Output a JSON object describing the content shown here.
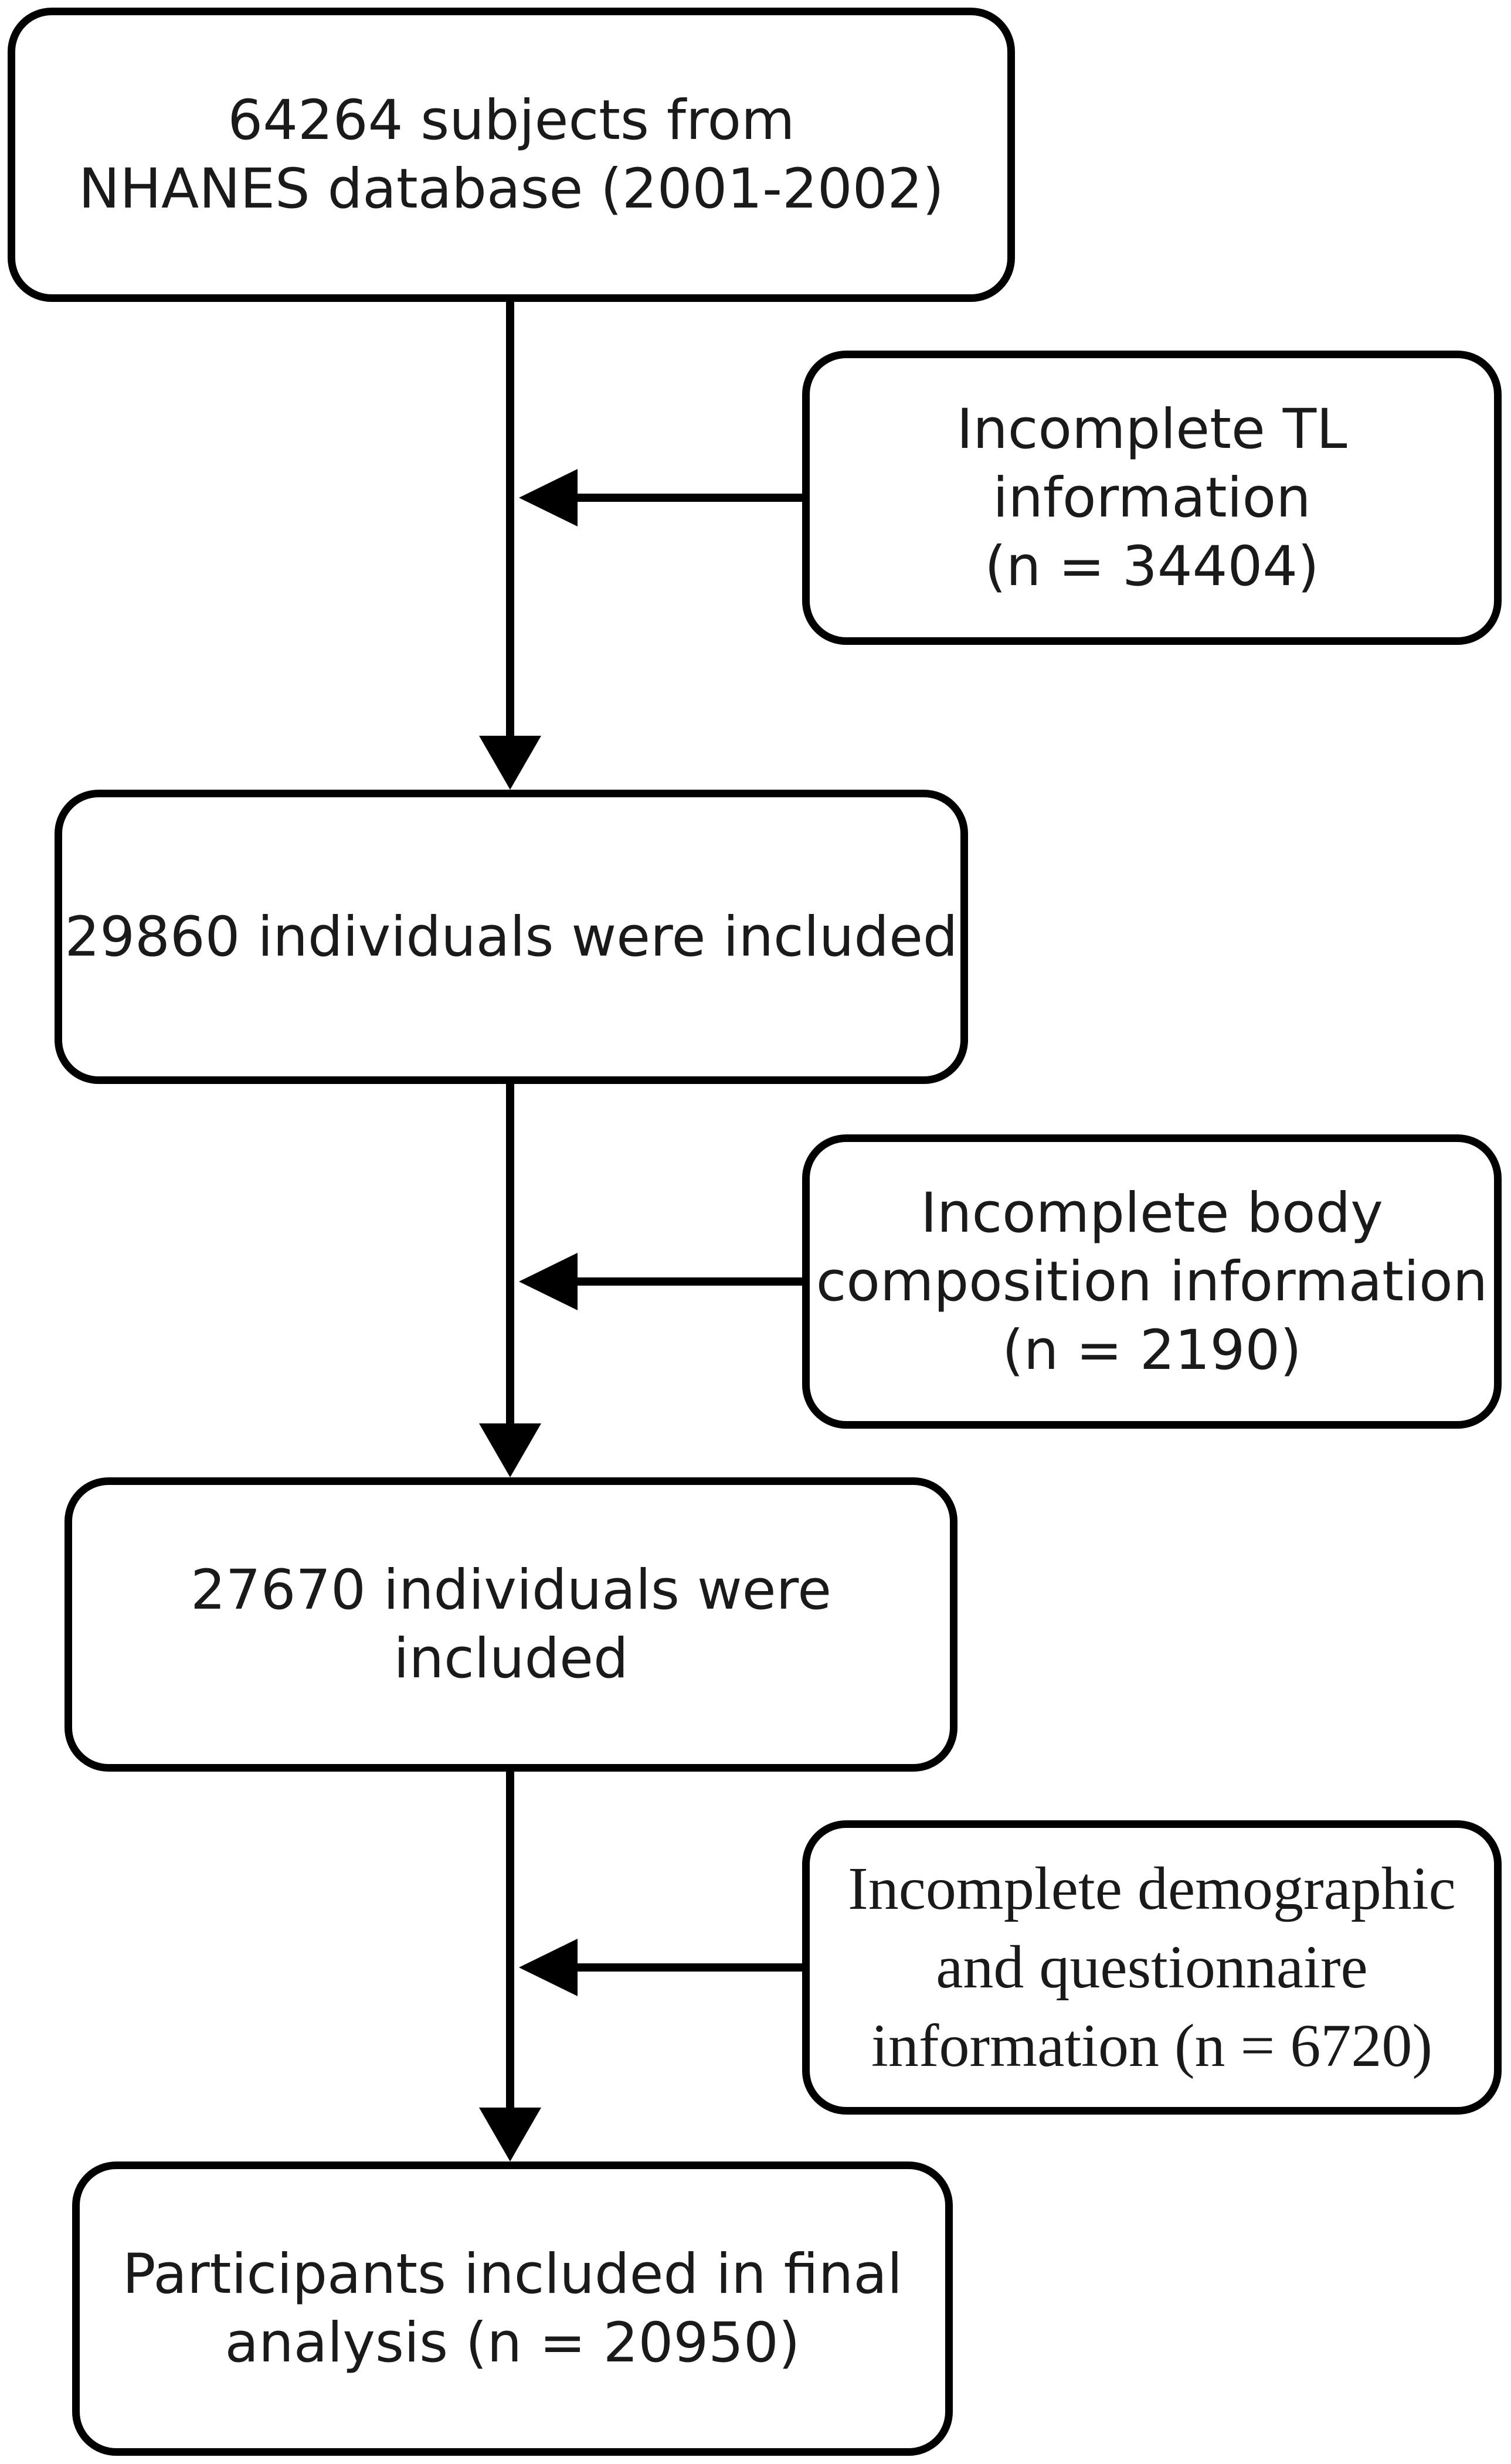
{
  "flowchart": {
    "main_steps": [
      {
        "label": "64264 subjects from\nNHANES database (2001-2002)"
      },
      {
        "label": "29860 individuals were included"
      },
      {
        "label": "27670 individuals were included"
      },
      {
        "label": "Participants included in final\nanalysis (n = 20950)"
      }
    ],
    "exclusions": [
      {
        "label": "Incomplete TL information\n(n = 34404)"
      },
      {
        "label": "Incomplete body\ncomposition information\n(n = 2190)"
      },
      {
        "label": "Incomplete demographic\nand questionnaire\ninformation (n = 6720)"
      }
    ]
  },
  "colors": {
    "stroke": "#000000",
    "text": "#1a1a1a",
    "background": "#ffffff"
  }
}
